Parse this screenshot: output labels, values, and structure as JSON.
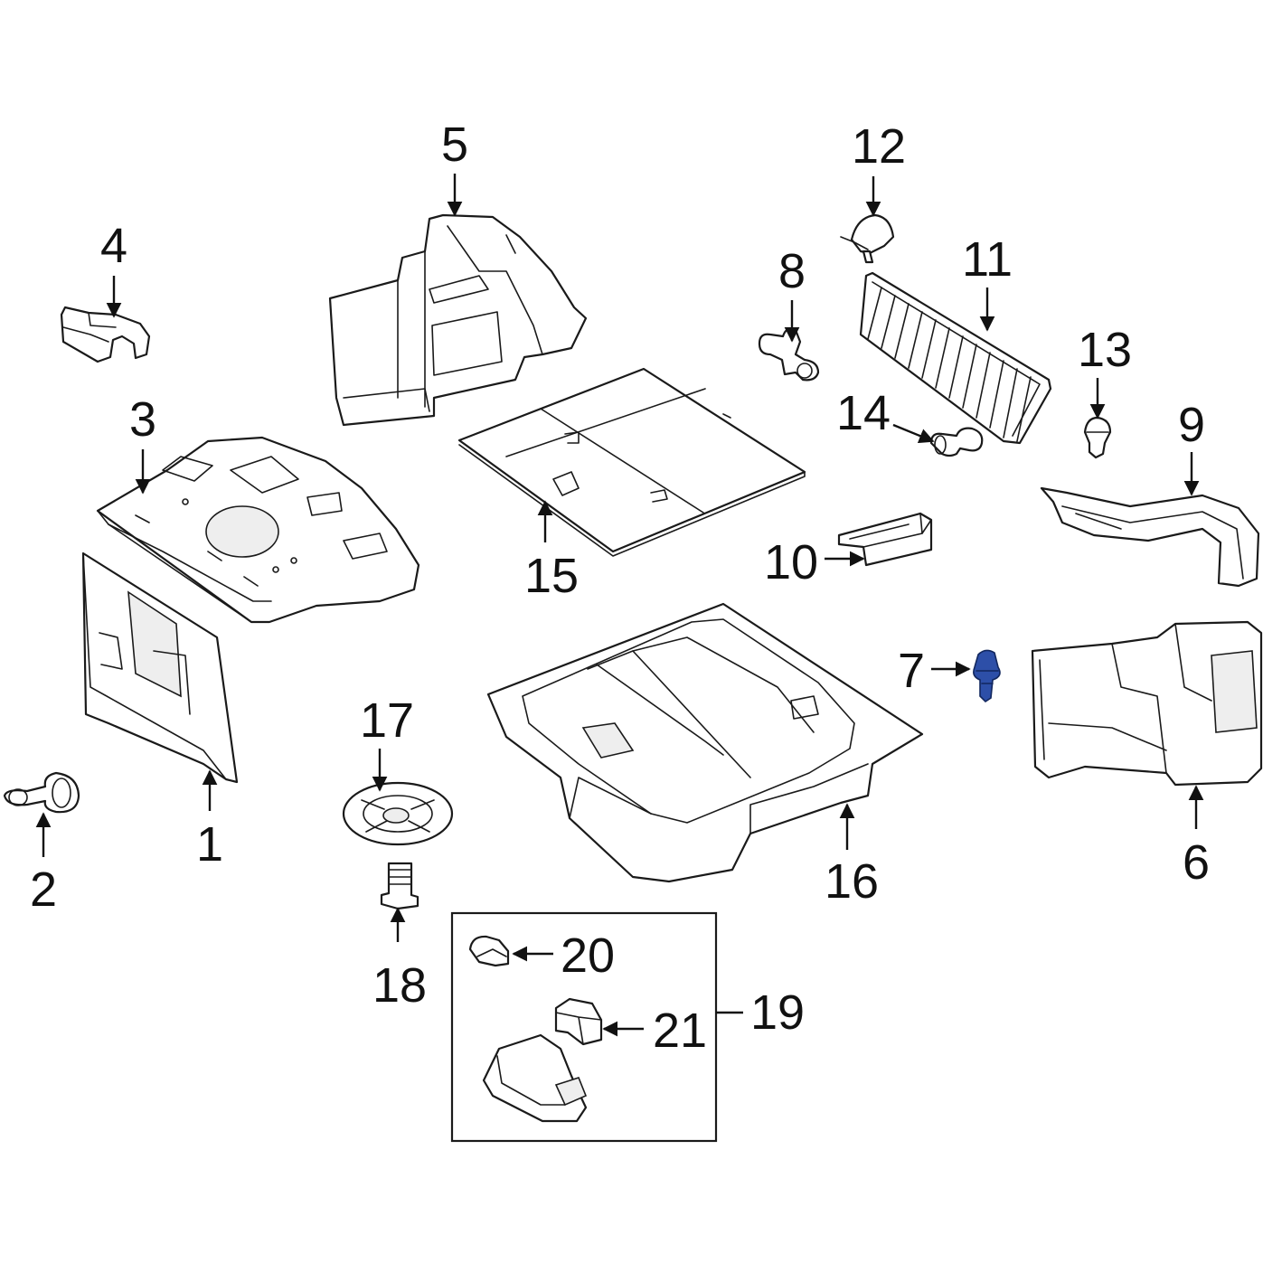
{
  "diagram": {
    "callouts": [
      {
        "id": "c1",
        "label": "1"
      },
      {
        "id": "c2",
        "label": "2"
      },
      {
        "id": "c3",
        "label": "3"
      },
      {
        "id": "c4",
        "label": "4"
      },
      {
        "id": "c5",
        "label": "5"
      },
      {
        "id": "c6",
        "label": "6"
      },
      {
        "id": "c7",
        "label": "7"
      },
      {
        "id": "c8",
        "label": "8"
      },
      {
        "id": "c9",
        "label": "9"
      },
      {
        "id": "c10",
        "label": "10"
      },
      {
        "id": "c11",
        "label": "11"
      },
      {
        "id": "c12",
        "label": "12"
      },
      {
        "id": "c13",
        "label": "13"
      },
      {
        "id": "c14",
        "label": "14"
      },
      {
        "id": "c15",
        "label": "15"
      },
      {
        "id": "c16",
        "label": "16"
      },
      {
        "id": "c17",
        "label": "17"
      },
      {
        "id": "c18",
        "label": "18"
      },
      {
        "id": "c19",
        "label": "19"
      },
      {
        "id": "c20",
        "label": "20"
      },
      {
        "id": "c21",
        "label": "21"
      }
    ],
    "highlight_color": "#2d4fa8",
    "highlighted_part": "7"
  }
}
